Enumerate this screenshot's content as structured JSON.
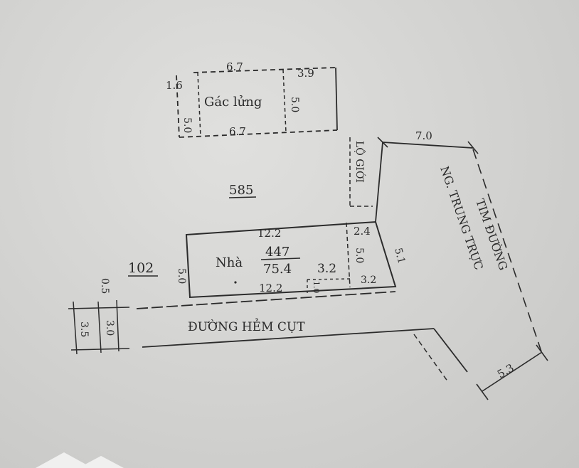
{
  "mezzanine": {
    "label": "Gác lửng",
    "top_width": "6.7",
    "bottom_width": "6.7",
    "left_small": "1.6",
    "left_height": "5.0",
    "right_width": "3.9",
    "right_height": "5.0"
  },
  "parcels": {
    "north": "585",
    "west": "102"
  },
  "house": {
    "label": "Nhà",
    "parcel_no": "447",
    "area": "75.4",
    "top_width": "12.2",
    "bottom_width": "12.2",
    "left_height": "5.0",
    "right_top": "2.4",
    "right_inner_height": "5.0",
    "front_right": "3.2",
    "inner_right": "3.2",
    "small_mark": "1.0",
    "diagonal_side": "5.1"
  },
  "setback": {
    "label": "LỘ GIỚI",
    "width": "7.0"
  },
  "alley": {
    "label": "ĐƯỜNG HẺM CỤT",
    "dim_a": "0.5",
    "dim_b": "3.0",
    "dim_c": "3.5"
  },
  "main_road": {
    "centerline_label": "TIM ĐƯỜNG",
    "street_name": "NG. TRUNG TRỰC",
    "dim": "5.3"
  }
}
